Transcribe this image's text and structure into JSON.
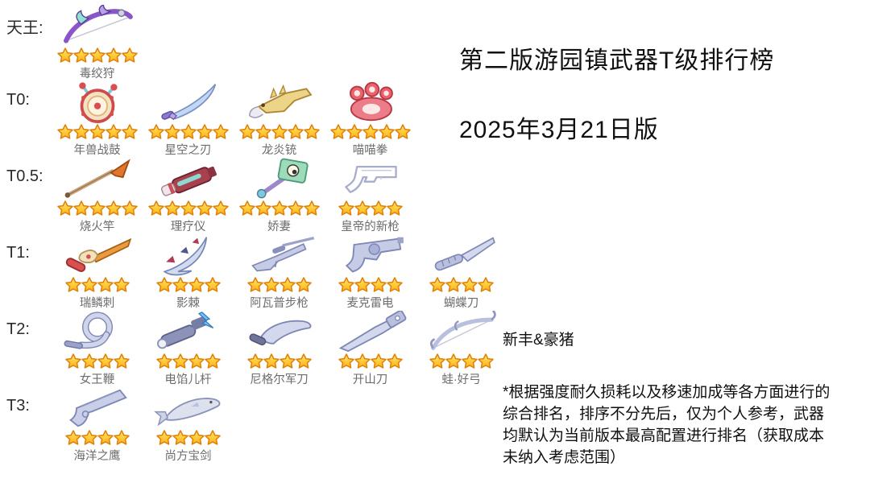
{
  "header": {
    "title": "第二版游园镇武器T级排行榜",
    "date": "2025年3月21日版",
    "credit": "新丰&豪猪",
    "footnote": "*根据强度耐久损耗以及移速加成等各方面进行的综合排名，排序不分先后，仅为个人参考，武器均默认为当前版本最高配置进行排名（获取成本未纳入考虑范围）"
  },
  "colors": {
    "background": "#ffffff",
    "star_fill_top": "#ffe9a3",
    "star_fill_bottom": "#ffaf1d",
    "star_stroke": "#e0820a",
    "weapon_name_text": "#6c6c6c",
    "tier_label_text": "#2b2b2b",
    "title_text": "#101010"
  },
  "tiers": [
    {
      "label": "天王:",
      "items": [
        {
          "name": "毒绞狩",
          "stars": 5,
          "icon": "poison-bow-icon"
        }
      ]
    },
    {
      "label": "T0:",
      "items": [
        {
          "name": "年兽战鼓",
          "stars": 5,
          "icon": "war-drum-icon"
        },
        {
          "name": "星空之刃",
          "stars": 5,
          "icon": "starry-blade-icon"
        },
        {
          "name": "龙炎铳",
          "stars": 5,
          "icon": "dragon-flame-gun-icon"
        },
        {
          "name": "喵喵拳",
          "stars": 5,
          "icon": "cat-paw-fist-icon"
        }
      ]
    },
    {
      "label": "T0.5:",
      "items": [
        {
          "name": "烧火竿",
          "stars": 5,
          "icon": "fire-poker-spear-icon"
        },
        {
          "name": "理疗仪",
          "stars": 5,
          "icon": "therapy-device-icon"
        },
        {
          "name": "娇妻",
          "stars": 5,
          "icon": "green-mallet-icon"
        },
        {
          "name": "皇帝的新枪",
          "stars": 4,
          "icon": "invisible-pistol-outline-icon"
        }
      ]
    },
    {
      "label": "T1:",
      "items": [
        {
          "name": "瑞鳞刺",
          "stars": 4,
          "icon": "scale-rapier-gun-icon"
        },
        {
          "name": "影棘",
          "stars": 4,
          "icon": "shadow-thorn-blade-icon"
        },
        {
          "name": "阿瓦普步枪",
          "stars": 4,
          "icon": "sniper-rifle-icon"
        },
        {
          "name": "麦克雷电",
          "stars": 4,
          "icon": "revolver-icon"
        },
        {
          "name": "蝴蝶刀",
          "stars": 4,
          "icon": "butterfly-knife-icon"
        }
      ]
    },
    {
      "label": "T2:",
      "items": [
        {
          "name": "女王鞭",
          "stars": 4,
          "icon": "queen-whip-icon"
        },
        {
          "name": "电馅儿杆",
          "stars": 4,
          "icon": "electric-baton-icon"
        },
        {
          "name": "尼格尔军刀",
          "stars": 4,
          "icon": "kukri-icon"
        },
        {
          "name": "开山刀",
          "stars": 4,
          "icon": "machete-icon"
        },
        {
          "name": "蛙·好弓",
          "stars": 4,
          "icon": "silver-bow-icon"
        }
      ]
    },
    {
      "label": "T3:",
      "items": [
        {
          "name": "海洋之鹰",
          "stars": 4,
          "icon": "ocean-eagle-pistol-icon"
        },
        {
          "name": "尚方宝剑",
          "stars": 4,
          "icon": "fish-sword-icon"
        }
      ]
    }
  ]
}
